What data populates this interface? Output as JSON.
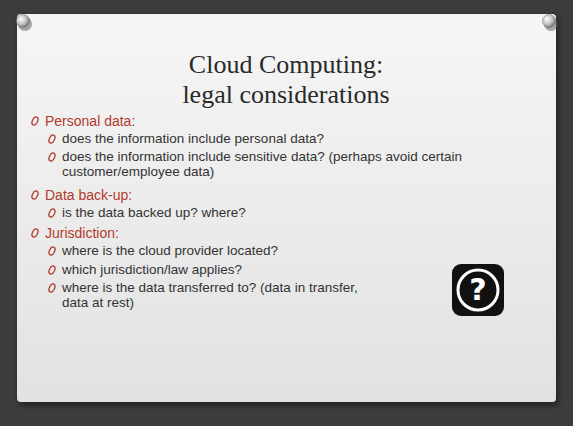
{
  "diagram": {
    "title": "Cloud Computing: legal considerations",
    "nodes": [
      {
        "text": [
          "?"
        ]
      }
    ],
    "labels": [
      "Personal data:",
      "does the information include personal data?",
      "does the information include sensitive data? (perhaps avoid certain customer/employee data)",
      "Data back-up:",
      "is the data backed up? where?",
      "Jurisdiction:",
      "where is the cloud provider located?",
      "which jurisdiction/law applies?",
      "where is the data transferred to? (data in transfer, data at rest)"
    ]
  }
}
